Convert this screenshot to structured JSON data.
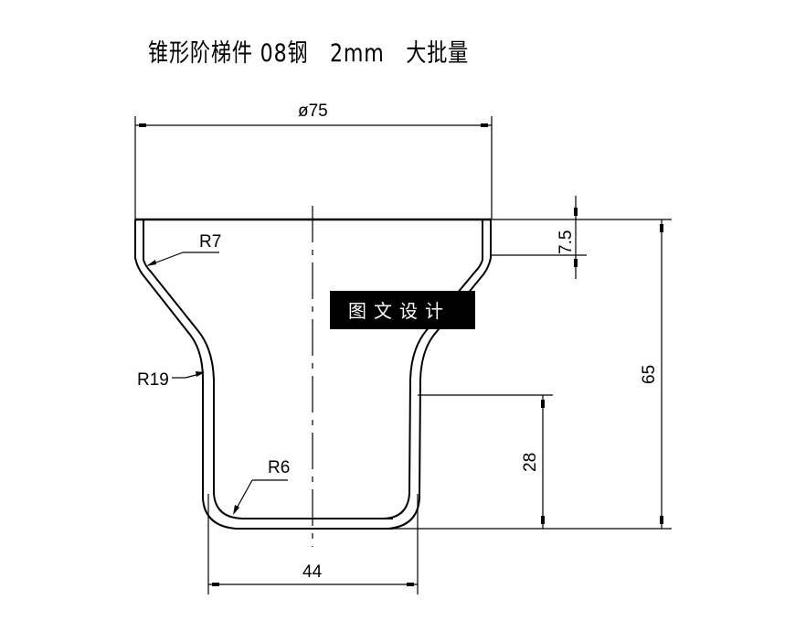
{
  "title": "锥形阶梯件 08钢   2mm   大批量",
  "drawing": {
    "part_name": "锥形阶梯件",
    "material": "08钢",
    "thickness": "2mm",
    "production": "大批量",
    "dimensions": {
      "top_diameter": "ø75",
      "flange_height": "7.5",
      "total_height": "65",
      "lower_height": "28",
      "bottom_width": "44"
    },
    "radii": {
      "upper": "R7",
      "middle": "R19",
      "bottom": "R6"
    },
    "watermark": "图文设计"
  },
  "colors": {
    "line": "#000000",
    "background": "#ffffff",
    "watermark_bg": "#000000",
    "watermark_text": "#ffffff"
  }
}
